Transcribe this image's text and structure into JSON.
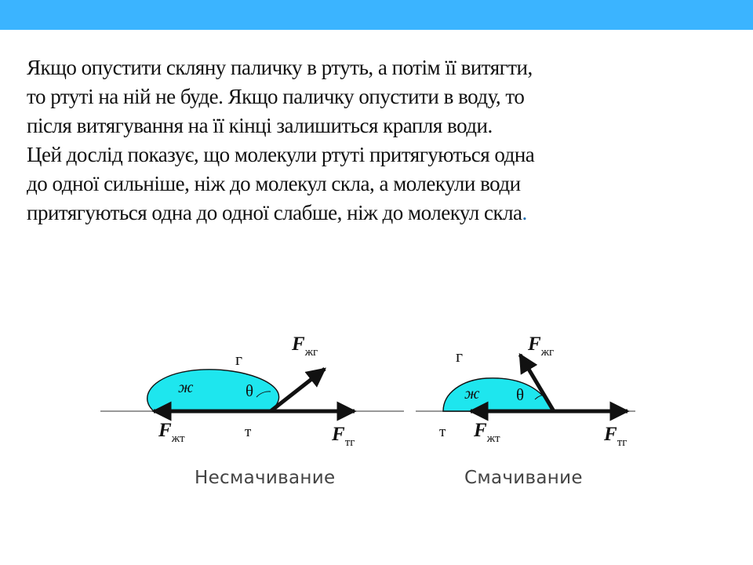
{
  "slide": {
    "accent_color": "#3bb4ff",
    "paragraph_lines": [
      " Якщо опустити скляну паличку в ртуть, а потім її витягти,",
      "то ртуті на ній не буде. Якщо паличку опустити в воду, то",
      "після витягування на її кінці залишиться крапля води.",
      "Цей дослід показує, що молекули ртуті притягуються одна",
      "до одної сильніше, ніж до молекул скла, а молекули води",
      "притягуються одна до одної слабше, ніж до молекул скла"
    ],
    "paragraph_end": "."
  },
  "diagram": {
    "drop_color": "#1ee6ee",
    "left": {
      "caption": "Несмачивание",
      "label_gas": "г",
      "label_liquid": "ж",
      "label_solid": "т",
      "label_angle": "θ",
      "force_lg": "F",
      "force_lg_sub": "жг",
      "force_ls": "F",
      "force_ls_sub": "жт",
      "force_sg": "F",
      "force_sg_sub": "тг"
    },
    "right": {
      "caption": "Смачивание",
      "label_gas": "г",
      "label_liquid": "ж",
      "label_solid": "т",
      "label_angle": "θ",
      "force_lg": "F",
      "force_lg_sub": "жг",
      "force_ls": "F",
      "force_ls_sub": "жт",
      "force_sg": "F",
      "force_sg_sub": "тг"
    }
  }
}
